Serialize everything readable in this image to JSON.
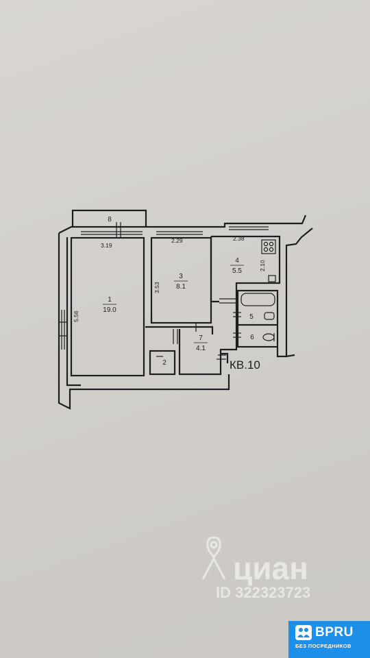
{
  "rooms": [
    {
      "number": "1",
      "area": "19.0"
    },
    {
      "number": "2",
      "area": ""
    },
    {
      "number": "3",
      "area": "8.1"
    },
    {
      "number": "4",
      "area": "5.5"
    },
    {
      "number": "5",
      "area": ""
    },
    {
      "number": "6",
      "area": ""
    },
    {
      "number": "7",
      "area": "4.1"
    },
    {
      "number": "8",
      "area": ""
    }
  ],
  "dimensions": {
    "d_319": "3.19",
    "d_229": "2.29",
    "d_238": "2.38",
    "d_556": "5.56",
    "d_353": "3.53",
    "d_210": "2.10"
  },
  "apartment_label": "КВ.10",
  "watermark": {
    "brand": "циан",
    "id_text": "ID 322323723"
  },
  "badge": {
    "logo_text": "BPRU",
    "subtitle": "БЕЗ ПОСРЕДНИКОВ"
  },
  "colors": {
    "ink": "#1e1e1e",
    "paper": "#d6d3cf",
    "badge_blue": "#1e8fe8"
  }
}
